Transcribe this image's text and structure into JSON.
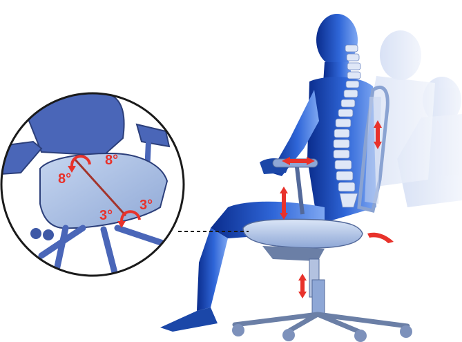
{
  "inset": {
    "angle_labels": {
      "top_left": "8°",
      "top_right": "8°",
      "bottom_left": "3°",
      "bottom_right": "3°"
    }
  },
  "colors": {
    "figure_blue": "#1f4fb3",
    "adjust_red": "#e8322b",
    "inset_outline": "#1a1a1a"
  }
}
